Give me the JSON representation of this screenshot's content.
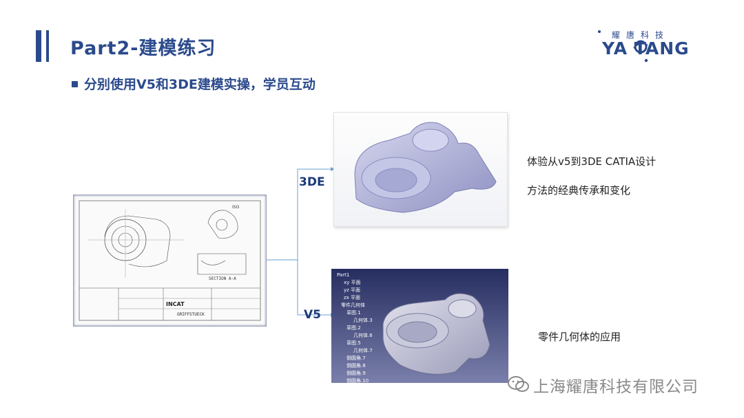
{
  "header": {
    "title": "Part2-建模练习",
    "subtitle": "分别使用V5和3DE建模实操，学员互动"
  },
  "logo": {
    "cn": "耀唐科技",
    "en": "YA TANG"
  },
  "branches": {
    "top_label": "3DE",
    "bottom_label": "V5"
  },
  "descriptions": {
    "line1": "体验从v5到3DE CATIA设计",
    "line2": "方法的经典传承和变化",
    "line3": "零件几何体的应用"
  },
  "drawing": {
    "section_label": "SECTION A-A",
    "company": "INCAT",
    "part_name": "GRIFFSTUECK",
    "iso_label": "ISO"
  },
  "catia_tree": {
    "items": [
      "Part1",
      "xy 平面",
      "yz 平面",
      "zx 平面",
      "零件几何体",
      "草图.1",
      "几何体.3",
      "草图.2",
      "几何体.6",
      "草图.5",
      "几何体.7",
      "倒圆角.7",
      "倒圆角.8",
      "倒圆角.9",
      "倒圆角.10"
    ]
  },
  "watermark": {
    "text": "上海耀唐科技有限公司"
  },
  "colors": {
    "brand": "#2b4a8c",
    "connector": "#6a9fd6"
  }
}
